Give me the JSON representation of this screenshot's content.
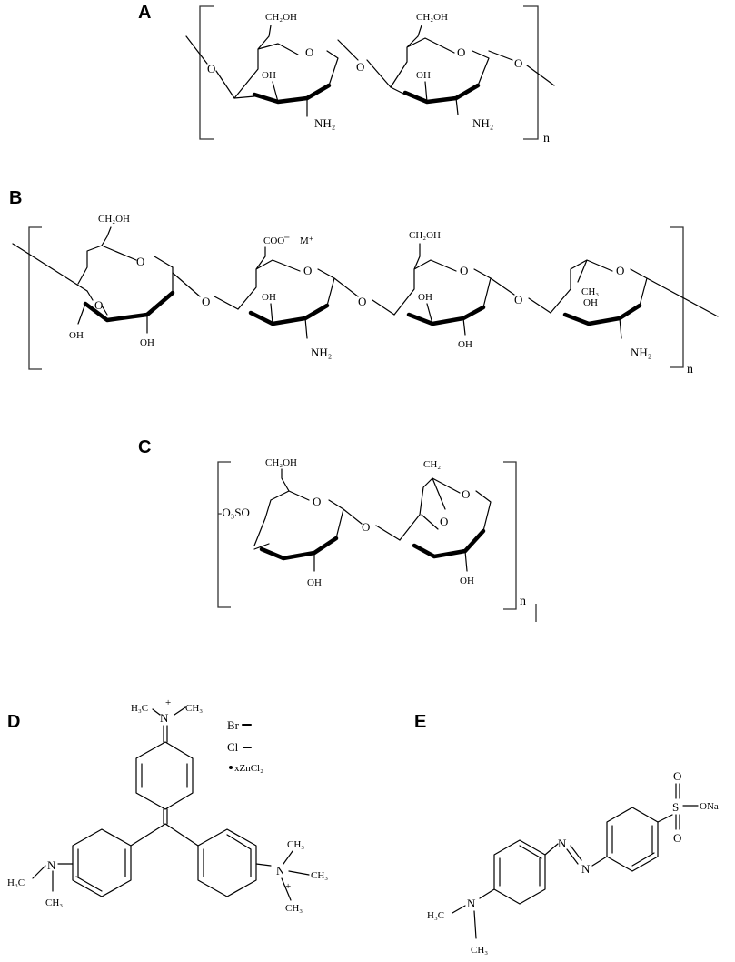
{
  "panels": {
    "A": {
      "label": "A",
      "ring1": {
        "ch2oh": "CH₂OH",
        "oh": "OH",
        "nh2": "NH₂"
      },
      "ring2": {
        "ch2oh": "CH₂OH",
        "oh": "OH",
        "nh2": "NH₂"
      },
      "repeat": "n"
    },
    "B": {
      "label": "B",
      "ring1": {
        "ch2oh": "CH₂OH",
        "oh_left": "OH",
        "oh_bottom": "OH"
      },
      "ring2": {
        "coo": "COO",
        "minus": "⁻",
        "metal": "M⁺",
        "oh": "OH",
        "nh2": "NH₂"
      },
      "ring3": {
        "ch2oh": "CH₂OH",
        "oh_top": "OH",
        "oh_bottom": "OH"
      },
      "ring4": {
        "ch3": "CH₃",
        "oh": "OH",
        "nh2": "NH₂"
      },
      "repeat": "n"
    },
    "C": {
      "label": "C",
      "ring1": {
        "ch2oh": "CH₂OH",
        "so3": "-O₃SO",
        "oh": "OH"
      },
      "ring2": {
        "ch2": "CH₂",
        "oh": "OH"
      },
      "repeat": "n"
    },
    "D": {
      "label": "D",
      "top_amine": {
        "h3c_left": "H₃C",
        "n": "N",
        "plus": "+",
        "ch3_right": "CH₃"
      },
      "counterions": {
        "br": "Br",
        "cl": "Cl",
        "zn": "xZnCl₂"
      },
      "left_amine": {
        "n": "N",
        "h3c": "H₃C",
        "ch3": "CH₃"
      },
      "right_amine": {
        "n": "N",
        "plus": "+",
        "ch3": "CH₃"
      }
    },
    "E": {
      "label": "E",
      "amine": {
        "n": "N",
        "h3c": "H₃C",
        "ch3": "CH₃"
      },
      "azo": {
        "n1": "N",
        "n2": "N"
      },
      "sulfonate": {
        "s": "S",
        "o_top": "O",
        "o_bottom": "O",
        "ona": "ONa"
      }
    }
  }
}
